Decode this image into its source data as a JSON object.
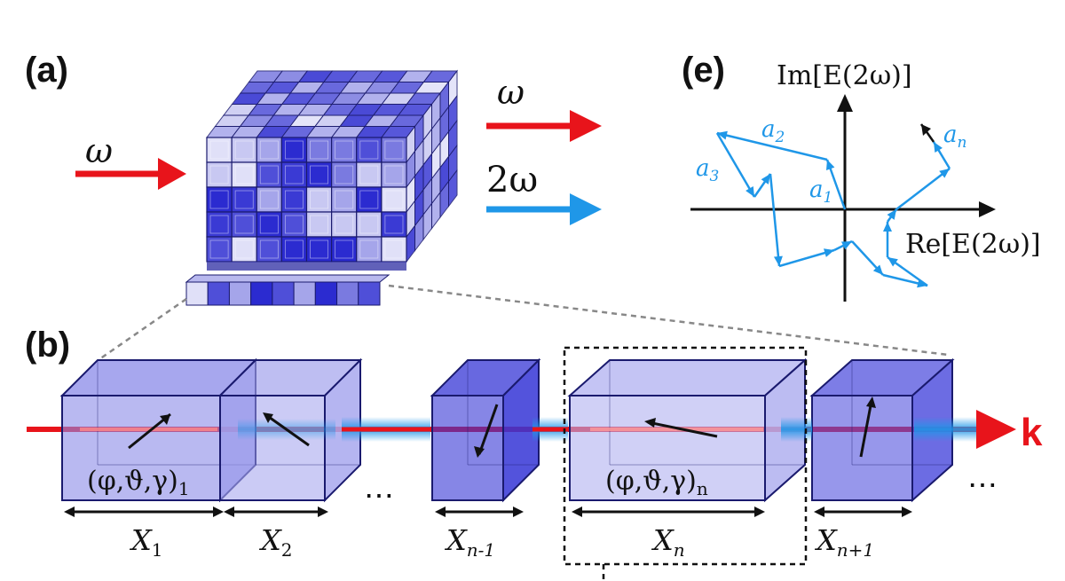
{
  "panel_labels": {
    "a": "(a)",
    "b": "(b)",
    "e": "(e)"
  },
  "panel_a": {
    "input_label": "ω",
    "output_fundamental_label": "ω",
    "output_shg_label": "2ω"
  },
  "panel_b": {
    "beam_label": "k",
    "params_1": "(φ,ϑ,γ)",
    "params_1_sub": "1",
    "params_n": "(φ,ϑ,γ)",
    "params_n_sub": "n",
    "ellipsis": "⋯",
    "segments": [
      {
        "label": "X",
        "sub": "1"
      },
      {
        "label": "X",
        "sub": "2"
      },
      {
        "label": "X",
        "sub": "n-1"
      },
      {
        "label": "X",
        "sub": "n"
      },
      {
        "label": "X",
        "sub": "n+1"
      }
    ]
  },
  "panel_e": {
    "y_axis_label": "Im[E(2ω)]",
    "x_axis_label": "Re[E(2ω)]",
    "a1": "a",
    "a1_sub": "1",
    "a2": "a",
    "a2_sub": "2",
    "a3": "a",
    "a3_sub": "3",
    "an": "a",
    "an_sub": "n"
  },
  "colors": {
    "red": "#e8141b",
    "blue": "#1f97e8",
    "cube_dark": "#2b2bd0",
    "cube_light": "#c8c8f2",
    "edge": "#1a1a6e"
  }
}
